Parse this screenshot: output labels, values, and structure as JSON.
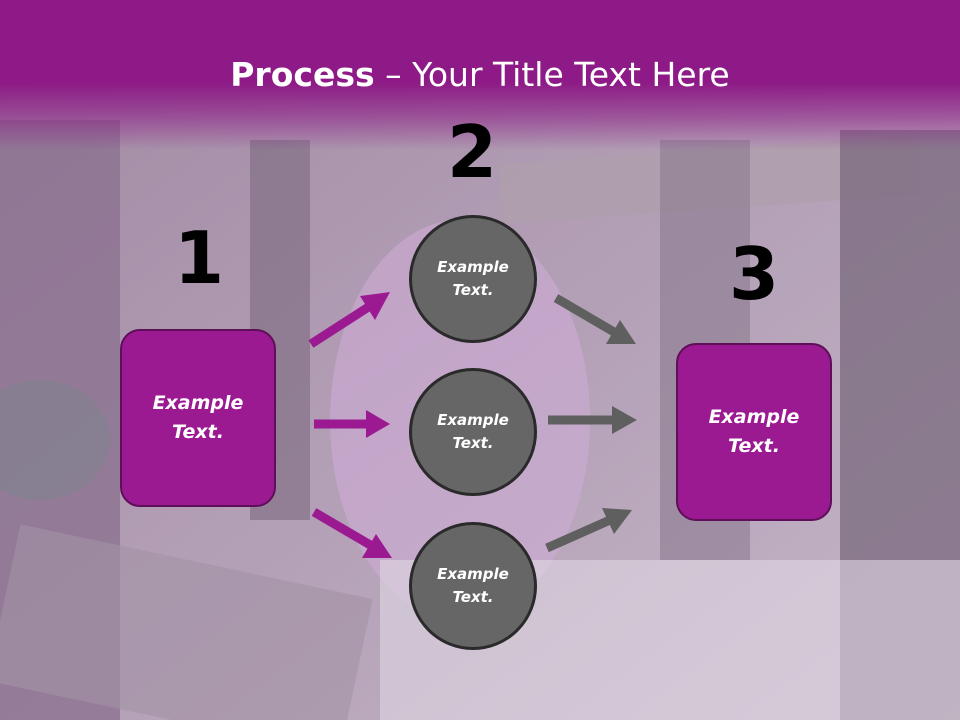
{
  "title": {
    "bold": "Process",
    "rest": " – Your Title Text Here"
  },
  "steps": {
    "one": "1",
    "two": "2",
    "three": "3"
  },
  "left_box": {
    "line1": "Example",
    "line2": "Text."
  },
  "right_box": {
    "line1": "Example",
    "line2": "Text."
  },
  "circles": [
    {
      "line1": "Example",
      "line2": "Text."
    },
    {
      "line1": "Example",
      "line2": "Text."
    },
    {
      "line1": "Example",
      "line2": "Text."
    }
  ],
  "colors": {
    "purple": "#9b1a92",
    "header": "#8d1a86",
    "gray": "#666666"
  }
}
